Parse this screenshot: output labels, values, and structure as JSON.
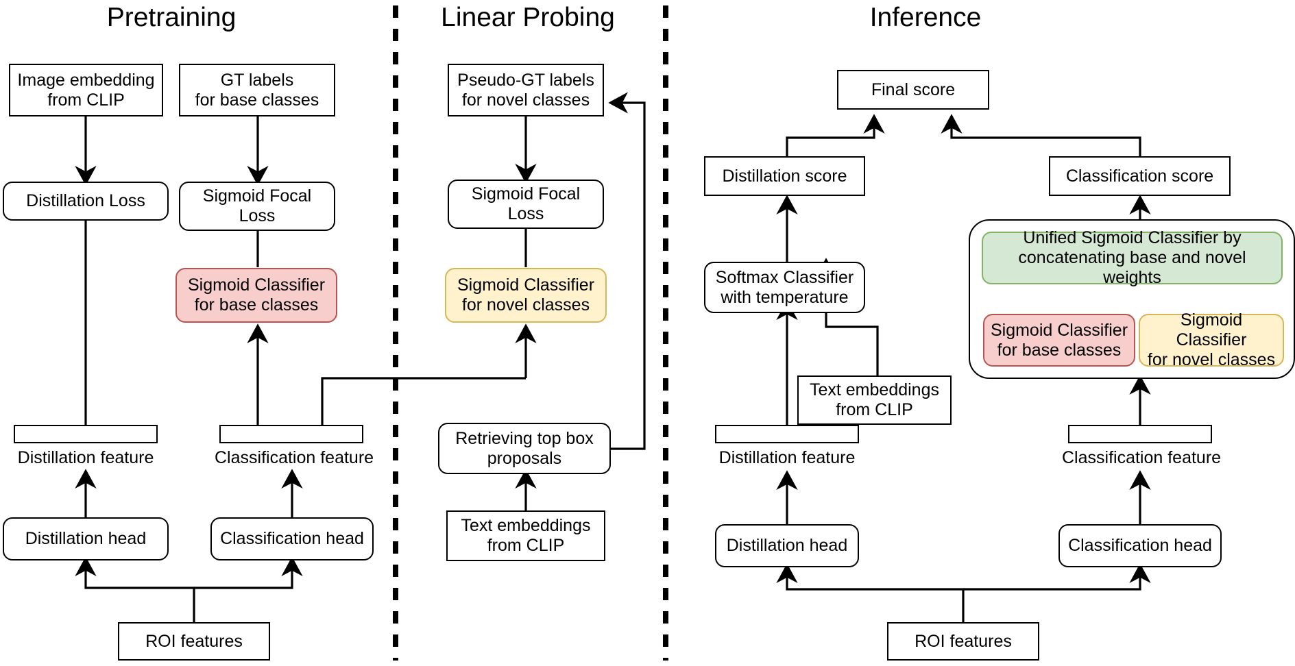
{
  "figure": {
    "background": "#ffffff",
    "stroke": "#000000",
    "colors": {
      "pink_fill": "#f8cecc",
      "pink_border": "#b85450",
      "yellow_fill": "#fff2cc",
      "yellow_border": "#d6b656",
      "green_fill": "#d5e8d4",
      "green_border": "#82b366",
      "white_fill": "#ffffff"
    }
  },
  "sections": {
    "pretraining": {
      "title": "Pretraining"
    },
    "linear_probing": {
      "title": "Linear Probing"
    },
    "inference": {
      "title": "Inference"
    }
  },
  "pretraining": {
    "image_embedding": "Image embedding\nfrom CLIP",
    "gt_labels": "GT labels\nfor base classes",
    "distillation_loss": "Distillation Loss",
    "sigmoid_focal_loss": "Sigmoid Focal\nLoss",
    "sigmoid_classifier_base": "Sigmoid Classifier\nfor base classes",
    "distillation_feature": "Distillation feature",
    "classification_feature": "Classification feature",
    "distillation_head": "Distillation head",
    "classification_head": "Classification head",
    "roi_features": "ROI features"
  },
  "linear_probing": {
    "pseudo_gt_labels": "Pseudo-GT labels\nfor novel classes",
    "sigmoid_focal_loss": "Sigmoid Focal\nLoss",
    "sigmoid_classifier_novel": "Sigmoid Classifier\nfor novel classes",
    "retrieving_top_box": "Retrieving top box\nproposals",
    "text_embeddings": "Text embeddings\nfrom CLIP"
  },
  "inference": {
    "final_score": "Final score",
    "distillation_score": "Distillation score",
    "classification_score": "Classification score",
    "softmax_classifier": "Softmax Classifier\nwith temperature",
    "text_embeddings": "Text embeddings\nfrom CLIP",
    "unified_classifier": "Unified Sigmoid Classifier by\nconcatenating base and novel weights",
    "sigmoid_classifier_base": "Sigmoid Classifier\nfor base classes",
    "sigmoid_classifier_novel": "Sigmoid Classifier\nfor novel classes",
    "distillation_feature": "Distillation feature",
    "classification_feature": "Classification feature",
    "distillation_head": "Distillation head",
    "classification_head": "Classification head",
    "roi_features": "ROI features"
  }
}
